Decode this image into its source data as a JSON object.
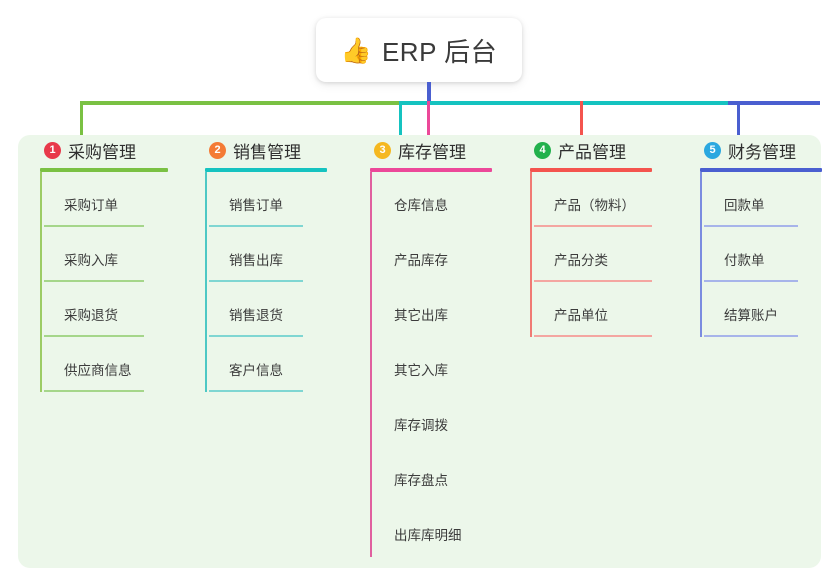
{
  "root": {
    "emoji": "👍",
    "emoji_name": "thumbs-up-icon",
    "title": "ERP 后台"
  },
  "theme": {
    "page_background": "#ffffff",
    "panel_background": "#ecf7ea",
    "text_color": "#3c3c3c",
    "title_color": "#2f2f2f"
  },
  "columns": [
    {
      "number": "1",
      "title": "采购管理",
      "badge_color": "#e8394a",
      "rule_color": "#7ac143",
      "spine_color": "#9ccc65",
      "item_rule_color": "#a5d68a",
      "items": [
        "采购订单",
        "采购入库",
        "采购退货",
        "供应商信息"
      ]
    },
    {
      "number": "2",
      "title": "销售管理",
      "badge_color": "#f47b35",
      "rule_color": "#15c3c0",
      "spine_color": "#4dc8c4",
      "item_rule_color": "#7fd6d2",
      "items": [
        "销售订单",
        "销售出库",
        "销售退货",
        "客户信息"
      ]
    },
    {
      "number": "3",
      "title": "库存管理",
      "badge_color": "#f5b820",
      "rule_color": "#ec4899",
      "spine_color": "#e0609f",
      "item_rule_color": "#edа0c4",
      "items": [
        "仓库信息",
        "产品库存",
        "其它出库",
        "其它入库",
        "库存调拨",
        "库存盘点",
        "出库库明细"
      ]
    },
    {
      "number": "4",
      "title": "产品管理",
      "badge_color": "#22b14c",
      "rule_color": "#f4544e",
      "spine_color": "#f07a74",
      "item_rule_color": "#f4a6a1",
      "items": [
        "产品（物料）",
        "产品分类",
        "产品单位"
      ]
    },
    {
      "number": "5",
      "title": "财务管理",
      "badge_color": "#2ba8e0",
      "rule_color": "#4a5fd0",
      "spine_color": "#7b8ce0",
      "item_rule_color": "#a7b4ea",
      "items": [
        "回款单",
        "付款单",
        "结算账户"
      ]
    }
  ],
  "connectors": {
    "stem_color": "#4a5fd0",
    "bus_segment_colors": [
      "#7ac143",
      "#15c3c0",
      "#4a5fd0"
    ],
    "leg_colors": [
      "#7ac143",
      "#15c3c0",
      "#ec4899",
      "#f4544e",
      "#4a5fd0"
    ]
  }
}
